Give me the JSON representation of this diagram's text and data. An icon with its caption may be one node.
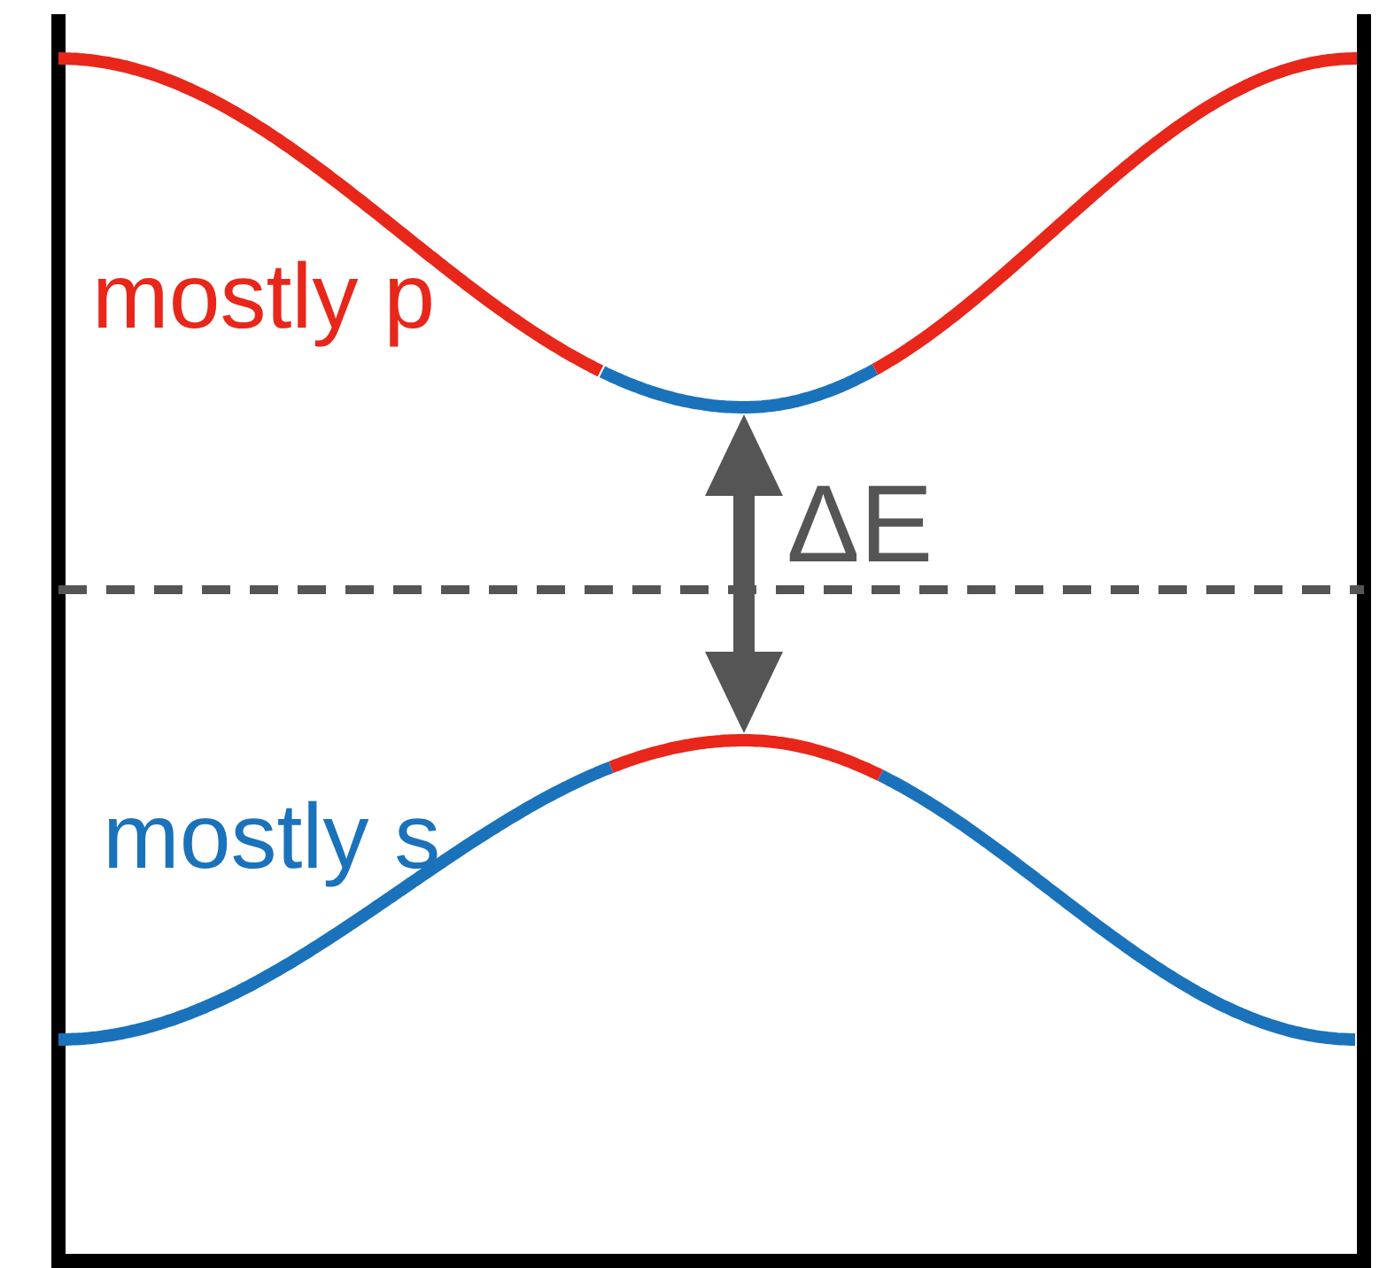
{
  "diagram": {
    "labels": [
      "mostly p",
      "ΔE",
      "mostly s"
    ]
  }
}
